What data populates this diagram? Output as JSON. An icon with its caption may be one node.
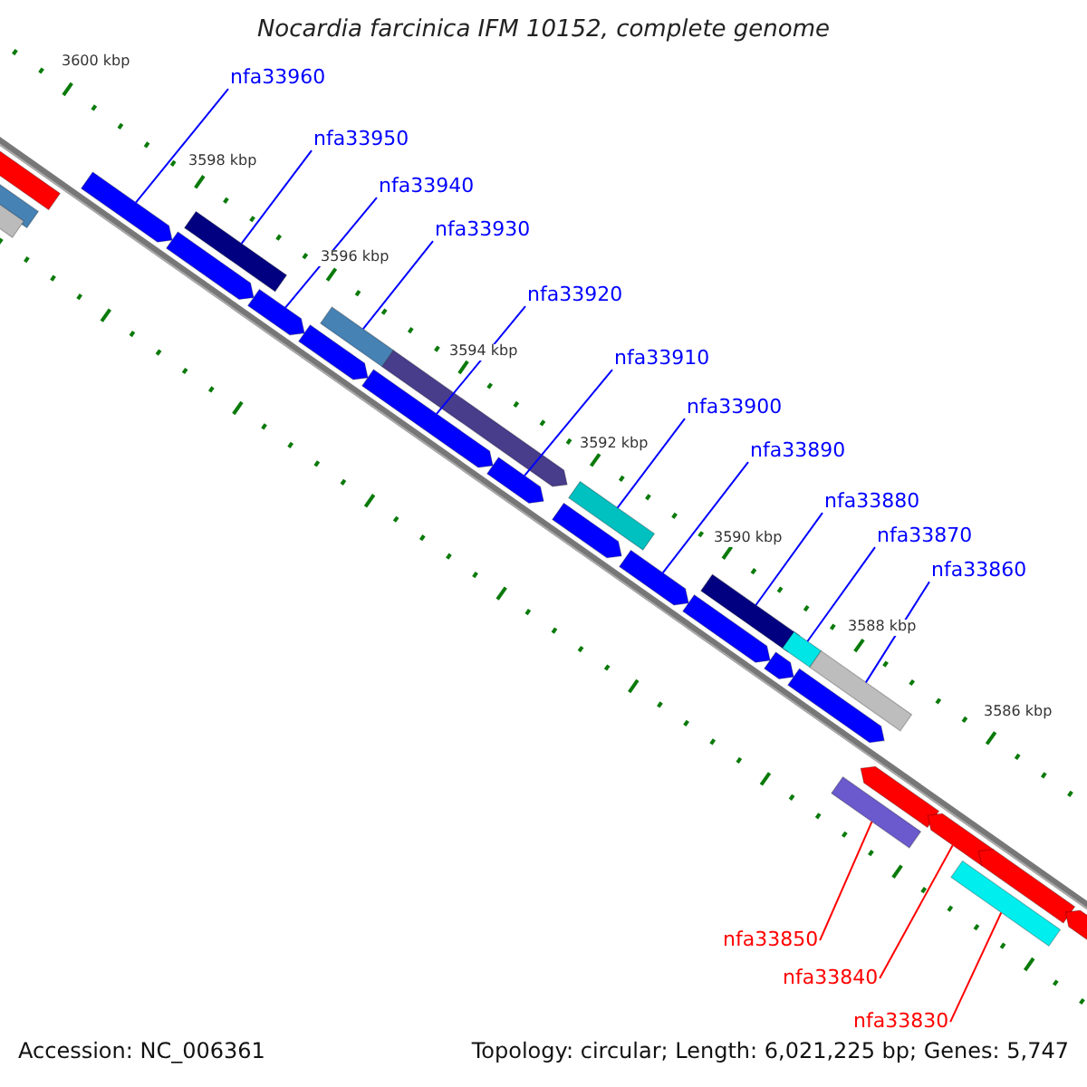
{
  "diagram": {
    "title": "Nocardia farcinica IFM 10152, complete genome",
    "nodes": [
      {
        "text": [
          "nfa33960"
        ]
      },
      {
        "text": [
          "nfa33950"
        ]
      },
      {
        "text": [
          "nfa33940"
        ]
      },
      {
        "text": [
          "nfa33930"
        ]
      },
      {
        "text": [
          "nfa33920"
        ]
      },
      {
        "text": [
          "nfa33910"
        ]
      },
      {
        "text": [
          "nfa33900"
        ]
      },
      {
        "text": [
          "nfa33890"
        ]
      },
      {
        "text": [
          "nfa33880"
        ]
      },
      {
        "text": [
          "nfa33870"
        ]
      },
      {
        "text": [
          "nfa33860"
        ]
      },
      {
        "text": [
          "nfa33850"
        ]
      },
      {
        "text": [
          "nfa33840"
        ]
      },
      {
        "text": [
          "nfa33830"
        ]
      },
      {
        "text": [],
        "shape": "bar"
      },
      {
        "text": [],
        "shape": "bar"
      },
      {
        "text": [],
        "shape": "bar"
      },
      {
        "text": [],
        "shape": "pentagon"
      },
      {
        "text": [],
        "shape": "pentagon"
      },
      {
        "text": [],
        "shape": "bar"
      },
      {
        "text": [],
        "shape": "pentagon"
      },
      {
        "text": [],
        "shape": "pentagon"
      },
      {
        "text": [],
        "shape": "bar"
      },
      {
        "text": [],
        "shape": "pentagon"
      },
      {
        "text": [],
        "shape": "pentagon"
      },
      {
        "text": [],
        "shape": "pentagon"
      },
      {
        "text": [],
        "shape": "pentagon"
      },
      {
        "text": [],
        "shape": "bar"
      },
      {
        "text": [],
        "shape": "pentagon"
      },
      {
        "text": [],
        "shape": "pentagon"
      },
      {
        "text": [],
        "shape": "bar"
      },
      {
        "text": [],
        "shape": "pentagon"
      },
      {
        "text": [],
        "shape": "bar"
      },
      {
        "text": [],
        "shape": "pentagon"
      },
      {
        "text": [],
        "shape": "bar"
      },
      {
        "text": [],
        "shape": "bar"
      },
      {
        "text": [],
        "shape": "pentagon"
      },
      {
        "text": [],
        "shape": "pentagon"
      },
      {
        "text": [],
        "shape": "bar"
      },
      {
        "text": [],
        "shape": "pentagon"
      },
      {
        "text": [],
        "shape": "pentagon"
      }
    ],
    "edges": [
      {
        "from": 0,
        "to": 17,
        "arrow": "none"
      },
      {
        "from": 1,
        "to": 19,
        "arrow": "none"
      },
      {
        "from": 2,
        "to": 20,
        "arrow": "none"
      },
      {
        "from": 3,
        "to": 22,
        "arrow": "none"
      },
      {
        "from": 4,
        "to": 23,
        "arrow": "none"
      },
      {
        "from": 5,
        "to": 25,
        "arrow": "none"
      },
      {
        "from": 6,
        "to": 27,
        "arrow": "none"
      },
      {
        "from": 7,
        "to": 28,
        "arrow": "none"
      },
      {
        "from": 8,
        "to": 30,
        "arrow": "none"
      },
      {
        "from": 9,
        "to": 32,
        "arrow": "none"
      },
      {
        "from": 10,
        "to": 34,
        "arrow": "none"
      },
      {
        "from": 11,
        "to": 35,
        "arrow": "none",
        "color": "#ff0000"
      },
      {
        "from": 12,
        "to": 37,
        "arrow": "none",
        "color": "#ff0000"
      },
      {
        "from": 13,
        "to": 38,
        "arrow": "none",
        "color": "#ff0000"
      }
    ],
    "labels": [
      "3600 kbp",
      "3598 kbp",
      "3596 kbp",
      "3594 kbp",
      "3592 kbp",
      "3590 kbp",
      "3588 kbp",
      "3586 kbp",
      "Accession: NC_006361",
      "Topology: circular; Length: 6,021,225 bp; Genes: 5,747"
    ]
  }
}
